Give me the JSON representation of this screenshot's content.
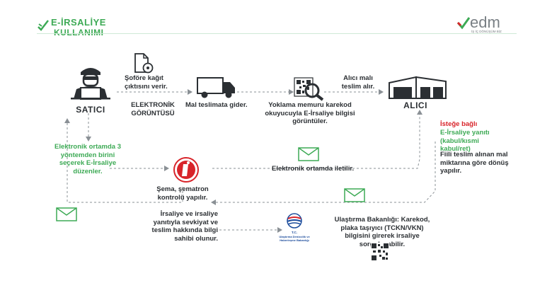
{
  "header": {
    "logo_line1": "E-İRSALİYE",
    "logo_line2": "KULLANIMI",
    "brand": "edm",
    "brand_sub": "İŞ İÇ DÖNÜŞÜM BİZ"
  },
  "actors": {
    "seller": "SATICI",
    "buyer": "ALICI"
  },
  "steps": {
    "driver_paper": "Şoföre kağıt çıktısını verir.",
    "electronic_view": "ELEKTRONİK GÖRÜNTÜSÜ",
    "goods_delivery": "Mal teslimata gider.",
    "inspector": "Yoklama memuru karekod okuyucuyla E-İrsaliye bilgisi görüntüler.",
    "receiver_take": "Alıcı malı teslim alır.",
    "electronic_create": "Elektronik ortamda 3 yöntemden birini seçerek E-İrsaliye düzenler.",
    "electronic_forward": "Elektronik ortamda iletilir.",
    "schema_check": "Şema, şematron kontrolü yapılır.",
    "optional_title": "İsteğe bağlı",
    "optional_green": "E-İrsaliye yanıtı (kabul/kısmi kabul/ret)",
    "optional_dark": "Fiili teslim alınan mal miktarına göre dönüş yapılır.",
    "ministry_info": "İrsaliye ve irsaliye yanıtıyla sevkiyat ve teslim hakkında bilgi sahibi olunur.",
    "ministry_query": "Ulaştırma Bakanlığı: Karekod, plaka taşıyıcı (TCKN/VKN) bilgisini girerek irsaliye sorgulayabilir.",
    "ministry_logo_tc": "T.C.",
    "ministry_logo_name": "Ulaştırma Denizcilik ve Haberleşme Bakanlığı"
  },
  "colors": {
    "green": "#3daa55",
    "red": "#d8242a",
    "dark": "#2b2f33",
    "gray": "#8a9095"
  }
}
